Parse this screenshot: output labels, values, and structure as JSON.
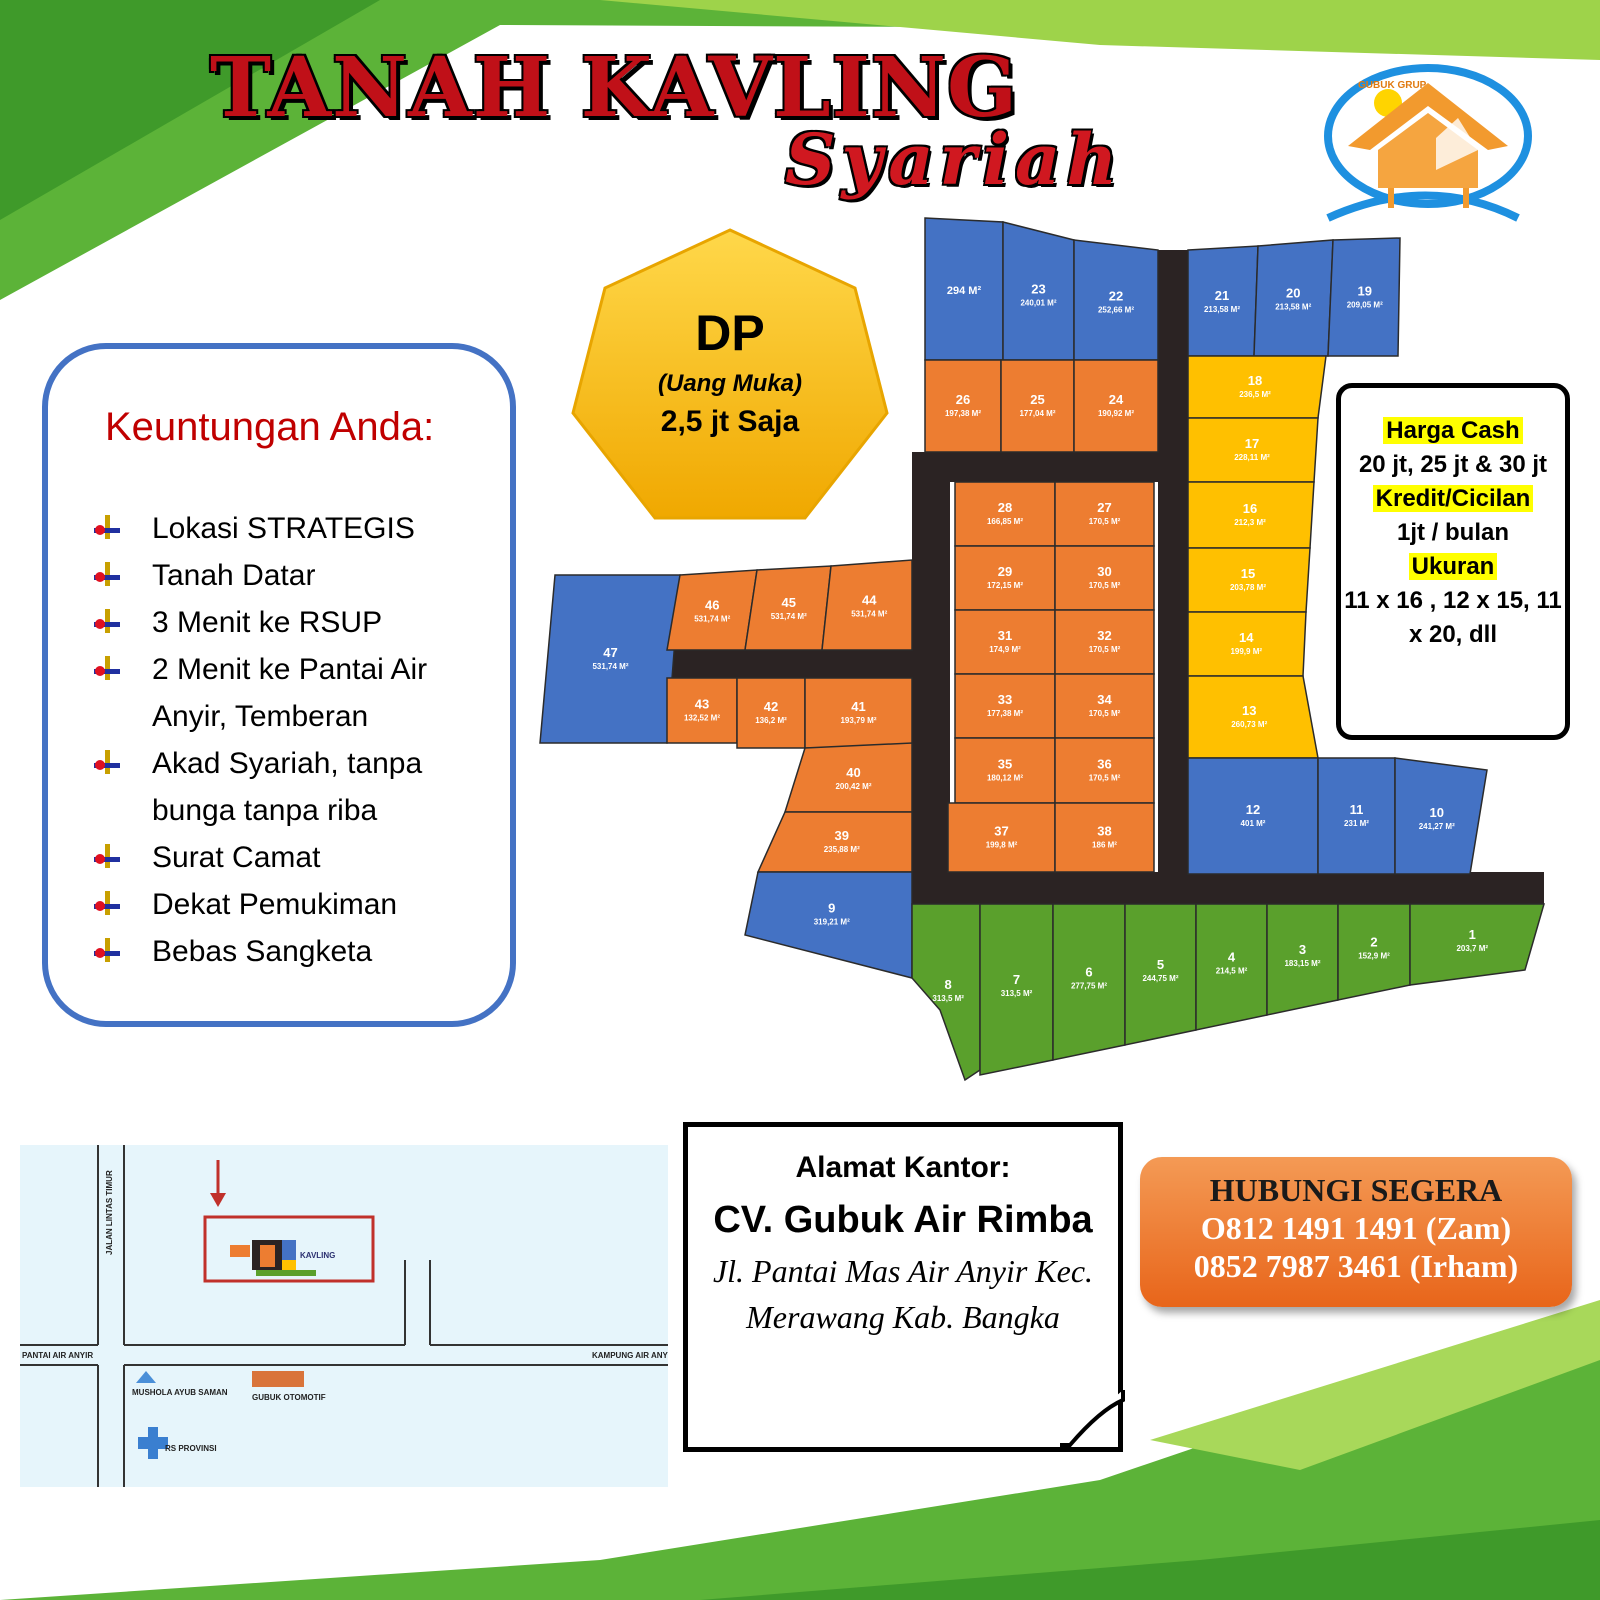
{
  "title": {
    "main": "TANAH KAVLING",
    "sub": "Syariah"
  },
  "logo": {
    "text": "GUBUK GRUP"
  },
  "dp": {
    "label": "DP",
    "sub": "(Uang Muka)",
    "value": "2,5 jt Saja"
  },
  "benefits": {
    "title": "Keuntungan Anda:",
    "items": [
      "Lokasi STRATEGIS",
      "Tanah Datar",
      "3 Menit ke RSUP",
      "2 Menit ke Pantai Air Anyir, Temberan",
      "Akad Syariah, tanpa bunga tanpa riba",
      "Surat Camat",
      "Dekat Pemukiman",
      "Bebas Sangketa"
    ]
  },
  "price": {
    "cash_label": "Harga Cash",
    "cash_value": "20 jt, 25 jt & 30 jt",
    "credit_label": "Kredit/Cicilan",
    "credit_value": "1jt / bulan",
    "size_label": "Ukuran",
    "size_value": "11 x 16 , 12 x 15, 11 x 20, dll"
  },
  "office": {
    "label": "Alamat Kantor:",
    "name": "CV. Gubuk Air Rimba",
    "address": "Jl. Pantai Mas Air Anyir Kec. Merawang Kab. Bangka"
  },
  "contact": {
    "title": "HUBUNGI SEGERA",
    "phone1": "O812 1491 1491 (Zam)",
    "phone2": "0852 7987 3461 (Irham)"
  },
  "location_map": {
    "kavling_label": "KAVLING",
    "road_vertical": "JALAN LINTAS TIMUR",
    "road_left": "PANTAI AIR ANYIR",
    "road_right": "KAMPUNG AIR ANYIR",
    "mushola": "MUSHOLA AYUB SAMAN",
    "gubuk": "GUBUK OTOMOTIF",
    "rs": "RS PROVINSI"
  },
  "colors": {
    "blue": "#4472c4",
    "orange": "#ed7d31",
    "yellow": "#ffc000",
    "green": "#5aa02c",
    "road": "#2b2323",
    "title_red": "#c01018"
  },
  "plots": [
    {
      "no": "",
      "area": "294 M²",
      "color": "blue"
    },
    {
      "no": "23",
      "area": "240,01 M²",
      "color": "blue"
    },
    {
      "no": "22",
      "area": "252,66 M²",
      "color": "blue"
    },
    {
      "no": "21",
      "area": "213,58 M²",
      "color": "blue"
    },
    {
      "no": "20",
      "area": "213,58 M²",
      "color": "blue"
    },
    {
      "no": "19",
      "area": "209,05 M²",
      "color": "blue"
    },
    {
      "no": "26",
      "area": "197,38 M²",
      "color": "orange"
    },
    {
      "no": "25",
      "area": "177,04 M²",
      "color": "orange"
    },
    {
      "no": "24",
      "area": "190,92 M²",
      "color": "orange"
    },
    {
      "no": "18",
      "area": "236,5 M²",
      "color": "yellow"
    },
    {
      "no": "17",
      "area": "228,11 M²",
      "color": "yellow"
    },
    {
      "no": "16",
      "area": "212,3 M²",
      "color": "yellow"
    },
    {
      "no": "15",
      "area": "203,78 M²",
      "color": "yellow"
    },
    {
      "no": "14",
      "area": "199,9 M²",
      "color": "yellow"
    },
    {
      "no": "13",
      "area": "260,73 M²",
      "color": "yellow"
    },
    {
      "no": "28",
      "area": "166,85 M²",
      "color": "orange"
    },
    {
      "no": "27",
      "area": "170,5 M²",
      "color": "orange"
    },
    {
      "no": "29",
      "area": "172,15 M²",
      "color": "orange"
    },
    {
      "no": "30",
      "area": "170,5 M²",
      "color": "orange"
    },
    {
      "no": "31",
      "area": "174,9 M²",
      "color": "orange"
    },
    {
      "no": "32",
      "area": "170,5 M²",
      "color": "orange"
    },
    {
      "no": "33",
      "area": "177,38 M²",
      "color": "orange"
    },
    {
      "no": "34",
      "area": "170,5 M²",
      "color": "orange"
    },
    {
      "no": "35",
      "area": "180,12 M²",
      "color": "orange"
    },
    {
      "no": "36",
      "area": "170,5 M²",
      "color": "orange"
    },
    {
      "no": "37",
      "area": "199,8 M²",
      "color": "orange"
    },
    {
      "no": "38",
      "area": "186 M²",
      "color": "orange"
    },
    {
      "no": "47",
      "area": "531,74 M²",
      "color": "blue"
    },
    {
      "no": "46",
      "area": "531,74 M²",
      "color": "orange"
    },
    {
      "no": "45",
      "area": "531,74 M²",
      "color": "orange"
    },
    {
      "no": "44",
      "area": "531,74 M²",
      "color": "orange"
    },
    {
      "no": "43",
      "area": "132,52 M²",
      "color": "orange"
    },
    {
      "no": "42",
      "area": "136,2 M²",
      "color": "orange"
    },
    {
      "no": "41",
      "area": "193,79 M²",
      "color": "orange"
    },
    {
      "no": "40",
      "area": "200,42 M²",
      "color": "orange"
    },
    {
      "no": "39",
      "area": "235,88 M²",
      "color": "orange"
    },
    {
      "no": "12",
      "area": "401 M²",
      "color": "blue"
    },
    {
      "no": "11",
      "area": "231 M²",
      "color": "blue"
    },
    {
      "no": "10",
      "area": "241,27 M²",
      "color": "blue"
    },
    {
      "no": "9",
      "area": "319,21 M²",
      "color": "blue"
    },
    {
      "no": "8",
      "area": "313,5 M²",
      "color": "green"
    },
    {
      "no": "7",
      "area": "313,5 M²",
      "color": "green"
    },
    {
      "no": "6",
      "area": "277,75 M²",
      "color": "green"
    },
    {
      "no": "5",
      "area": "244,75 M²",
      "color": "green"
    },
    {
      "no": "4",
      "area": "214,5 M²",
      "color": "green"
    },
    {
      "no": "3",
      "area": "183,15 M²",
      "color": "green"
    },
    {
      "no": "2",
      "area": "152,9 M²",
      "color": "green"
    },
    {
      "no": "1",
      "area": "203,7 M²",
      "color": "green"
    }
  ]
}
